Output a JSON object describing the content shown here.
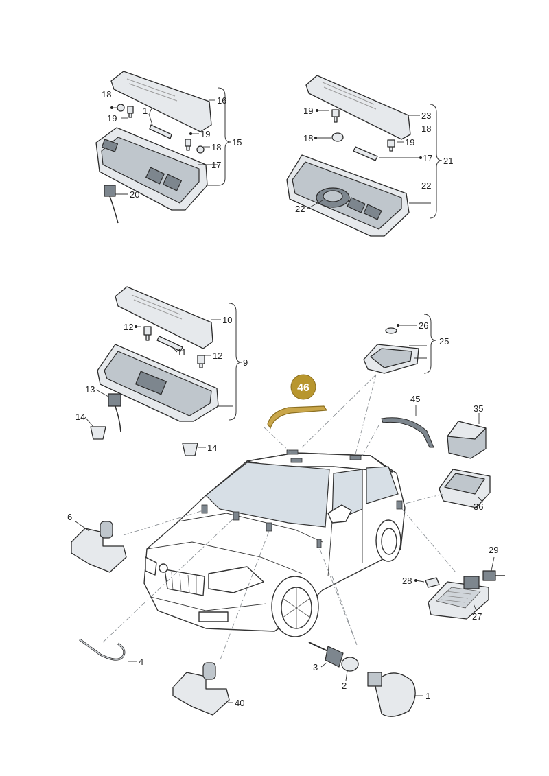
{
  "diagram": {
    "callouts": {
      "c1": "1",
      "c2": "2",
      "c3": "3",
      "c4": "4",
      "c6": "6",
      "c9": "9",
      "c10": "10",
      "c11": "11",
      "c12a": "12",
      "c12b": "12",
      "c13": "13",
      "c14a": "14",
      "c14b": "14",
      "c15": "15",
      "c16": "16",
      "c17a": "17",
      "c17b": "17",
      "c18a": "18",
      "c18b": "18",
      "c19a": "19",
      "c19b": "19",
      "c20": "20",
      "c16r23": "23",
      "c18c": "18",
      "c19c": "19",
      "c18d": "18",
      "c19d": "19",
      "c17c": "17",
      "c21": "21",
      "c22a": "22",
      "c22b": "22",
      "c25": "25",
      "c26": "26",
      "c27": "27",
      "c28": "28",
      "c29": "29",
      "c35": "35",
      "c36": "36",
      "c40": "40",
      "c45": "45"
    },
    "highlight_badge": "46",
    "colors": {
      "badge": "#b8962e",
      "highlight_part": "#c9a64a",
      "line": "#333333",
      "part_fill": "#e6e9ec"
    }
  }
}
